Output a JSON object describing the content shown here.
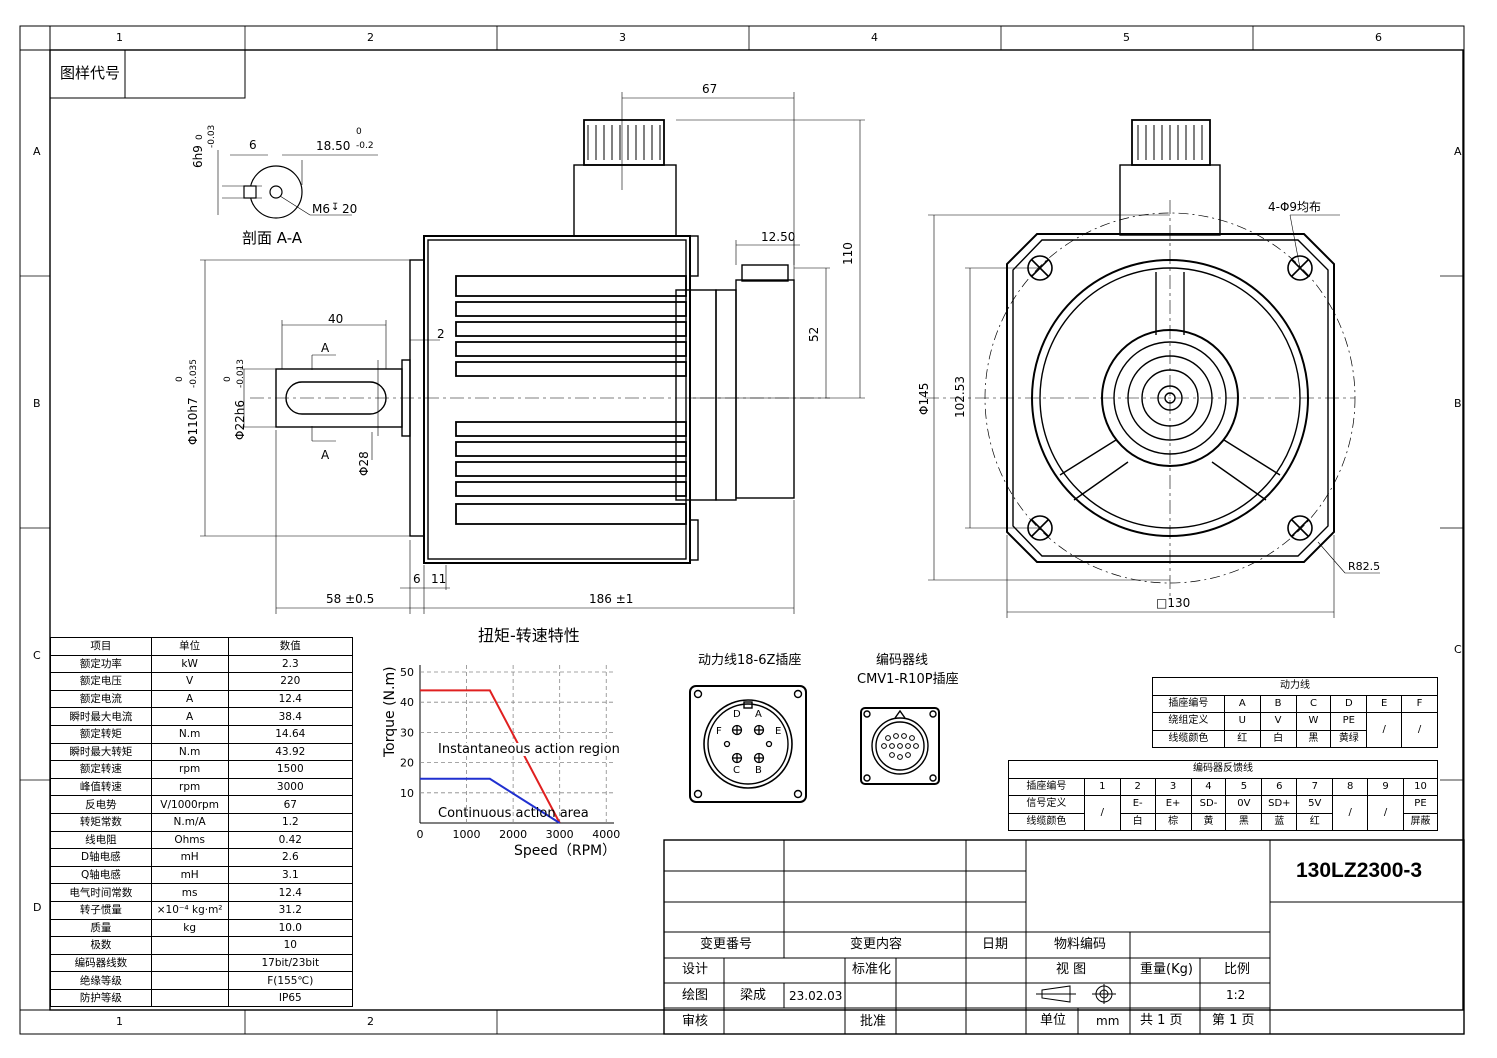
{
  "border": {
    "top_numbers": [
      "1",
      "2",
      "3",
      "4",
      "5",
      "6"
    ],
    "bottom_numbers": [
      "1",
      "2"
    ],
    "left_letters": [
      "A",
      "B",
      "C",
      "D"
    ],
    "right_letters": [
      "A",
      "B",
      "C"
    ]
  },
  "drawing_code_label": "图样代号",
  "section": {
    "title": "剖面 A-A",
    "dim_6": "6",
    "dim_18_50": "18.50",
    "tol_18_50_up": "0",
    "tol_18_50_dn": "-0.2",
    "key_width": "6h9",
    "key_tol_up": "0",
    "key_tol_dn": "-0.03",
    "thread": "M6",
    "thread_depth": "20"
  },
  "side_view": {
    "dim_67": "67",
    "dim_110": "110",
    "dim_12_50": "12.50",
    "dim_52": "52",
    "dim_40": "40",
    "dim_2": "2",
    "section_mark": "A",
    "pilot": "Φ110h7",
    "pilot_tol_up": "0",
    "pilot_tol_dn": "-0.035",
    "shaft": "Φ22h6",
    "shaft_tol_up": "0",
    "shaft_tol_dn": "-0.013",
    "dim_28": "Φ28",
    "dim_58": "58 ±0.5",
    "dim_6": "6",
    "dim_11": "11",
    "dim_186": "186 ±1"
  },
  "front_view": {
    "holes": "4-Φ9均布",
    "pcd": "Φ145",
    "dim_102_53": "102.53",
    "radius": "R82.5",
    "square": "□130"
  },
  "params_table": {
    "headers": [
      "项目",
      "单位",
      "数值"
    ],
    "rows": [
      [
        "额定功率",
        "kW",
        "2.3"
      ],
      [
        "额定电压",
        "V",
        "220"
      ],
      [
        "额定电流",
        "A",
        "12.4"
      ],
      [
        "瞬时最大电流",
        "A",
        "38.4"
      ],
      [
        "额定转矩",
        "N.m",
        "14.64"
      ],
      [
        "瞬时最大转矩",
        "N.m",
        "43.92"
      ],
      [
        "额定转速",
        "rpm",
        "1500"
      ],
      [
        "峰值转速",
        "rpm",
        "3000"
      ],
      [
        "反电势",
        "V/1000rpm",
        "67"
      ],
      [
        "转矩常数",
        "N.m/A",
        "1.2"
      ],
      [
        "线电阻",
        "Ohms",
        "0.42"
      ],
      [
        "D轴电感",
        "mH",
        "2.6"
      ],
      [
        "Q轴电感",
        "mH",
        "3.1"
      ],
      [
        "电气时间常数",
        "ms",
        "12.4"
      ],
      [
        "转子惯量",
        "×10⁻⁴ kg·m²",
        "31.2"
      ],
      [
        "质量",
        "kg",
        "10.0"
      ],
      [
        "极数",
        "",
        "10"
      ],
      [
        "编码器线数",
        "",
        "17bit/23bit"
      ],
      [
        "绝缘等级",
        "",
        "F(155℃)"
      ],
      [
        "防护等级",
        "",
        "IP65"
      ]
    ]
  },
  "chart_data": {
    "type": "line",
    "title": "扭矩-转速特性",
    "xlabel": "Speed（RPM）",
    "ylabel": "Torque (N.m)",
    "xlim": [
      0,
      4000
    ],
    "ylim": [
      0,
      50
    ],
    "x_ticks": [
      "0",
      "1000",
      "2000",
      "3000",
      "4000"
    ],
    "y_ticks": [
      "10",
      "20",
      "30",
      "40",
      "50"
    ],
    "grid": true,
    "series": [
      {
        "name": "Instantaneous action region",
        "color": "#e02020",
        "x": [
          0,
          1500,
          3000
        ],
        "y": [
          43.92,
          43.92,
          0
        ]
      },
      {
        "name": "Continuous action area",
        "color": "#2030d0",
        "x": [
          0,
          1500,
          3000
        ],
        "y": [
          14.64,
          14.64,
          0
        ]
      }
    ]
  },
  "power_connector": {
    "title": "动力线18-6Z插座",
    "pins": [
      "D",
      "A",
      "F",
      "E",
      "C",
      "B"
    ]
  },
  "encoder_connector": {
    "title_line1": "编码器线",
    "title_line2": "CMV1-R10P插座"
  },
  "power_table": {
    "title": "动力线",
    "rows": [
      [
        "插座编号",
        "A",
        "B",
        "C",
        "D",
        "E",
        "F"
      ],
      [
        "绕组定义",
        "U",
        "V",
        "W",
        "PE",
        "/",
        "/"
      ],
      [
        "线缆颜色",
        "红",
        "白",
        "黑",
        "黄绿"
      ]
    ]
  },
  "encoder_table": {
    "title": "编码器反馈线",
    "rows": [
      [
        "插座编号",
        "1",
        "2",
        "3",
        "4",
        "5",
        "6",
        "7",
        "8",
        "9",
        "10"
      ],
      [
        "信号定义",
        "/",
        "E-",
        "E+",
        "SD-",
        "0V",
        "SD+",
        "5V",
        "/",
        "/",
        "PE"
      ],
      [
        "线缆颜色",
        "白",
        "棕",
        "黄",
        "黑",
        "蓝",
        "红",
        "屏蔽"
      ]
    ]
  },
  "title_block": {
    "model": "130LZ2300-3",
    "change_no": "变更番号",
    "change_content": "变更内容",
    "date": "日期",
    "material_code": "物料编码",
    "design": "设计",
    "standard": "标准化",
    "view": "视 图",
    "weight": "重量(Kg)",
    "scale_label": "比例",
    "drawn": "绘图",
    "drawer": "梁成",
    "drawn_date": "23.02.03",
    "scale": "1:2",
    "review": "审核",
    "approve": "批准",
    "unit_label": "单位",
    "unit": "mm",
    "total_pages": "共 1 页",
    "page": "第 1 页"
  }
}
